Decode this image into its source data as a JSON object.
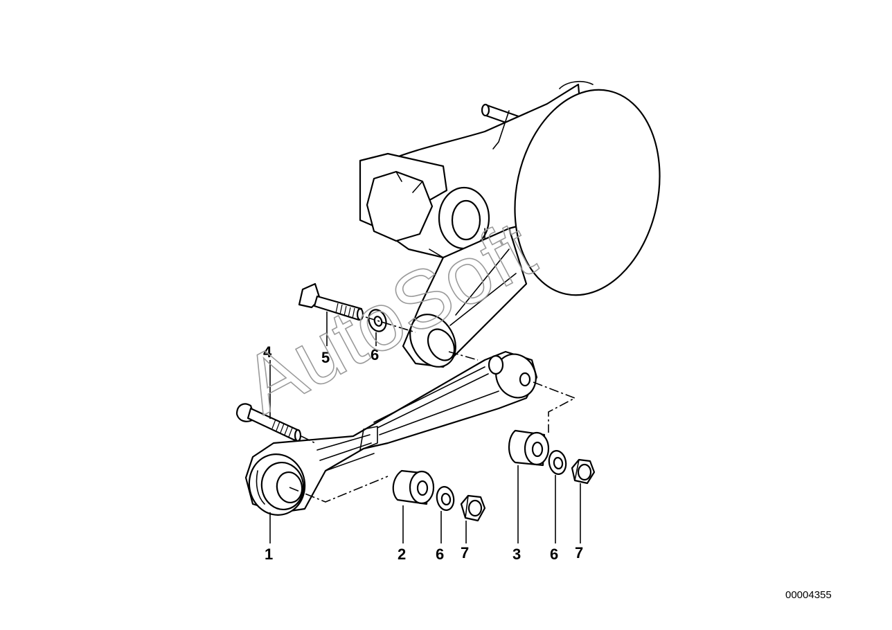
{
  "watermark": "AutoSoft",
  "document_number": "00004355",
  "callouts": {
    "c1": "1",
    "c2": "2",
    "c3": "3",
    "c4": "4",
    "c5": "5",
    "c6a": "6",
    "c6b": "6",
    "c6c": "6",
    "c7a": "7",
    "c7b": "7"
  }
}
